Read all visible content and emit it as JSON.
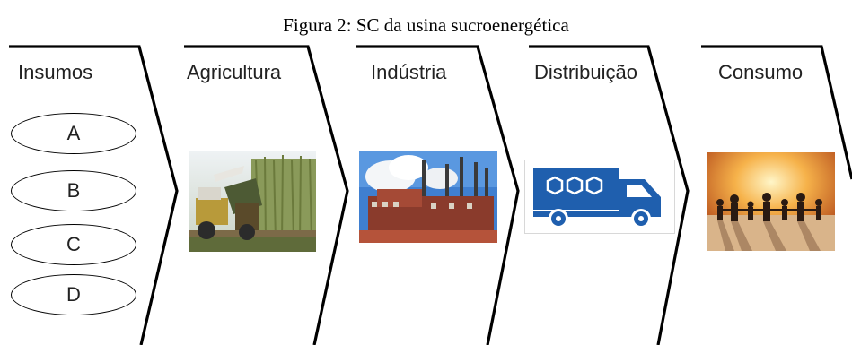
{
  "caption": "Figura 2: SC da usina sucroenergética",
  "stages": [
    {
      "title": "Insumos",
      "inputs": [
        "A",
        "B",
        "C",
        "D"
      ]
    },
    {
      "title": "Agricultura",
      "image": "sugarcane-harvester-photo"
    },
    {
      "title": "Indústria",
      "image": "sugar-mill-factory-photo"
    },
    {
      "title": "Distribuição",
      "image": "delivery-truck-icon"
    },
    {
      "title": "Consumo",
      "image": "people-holding-hands-sunset-photo"
    }
  ],
  "colors": {
    "stroke": "#000000",
    "truck": "#1f5fae",
    "text": "#222222"
  }
}
